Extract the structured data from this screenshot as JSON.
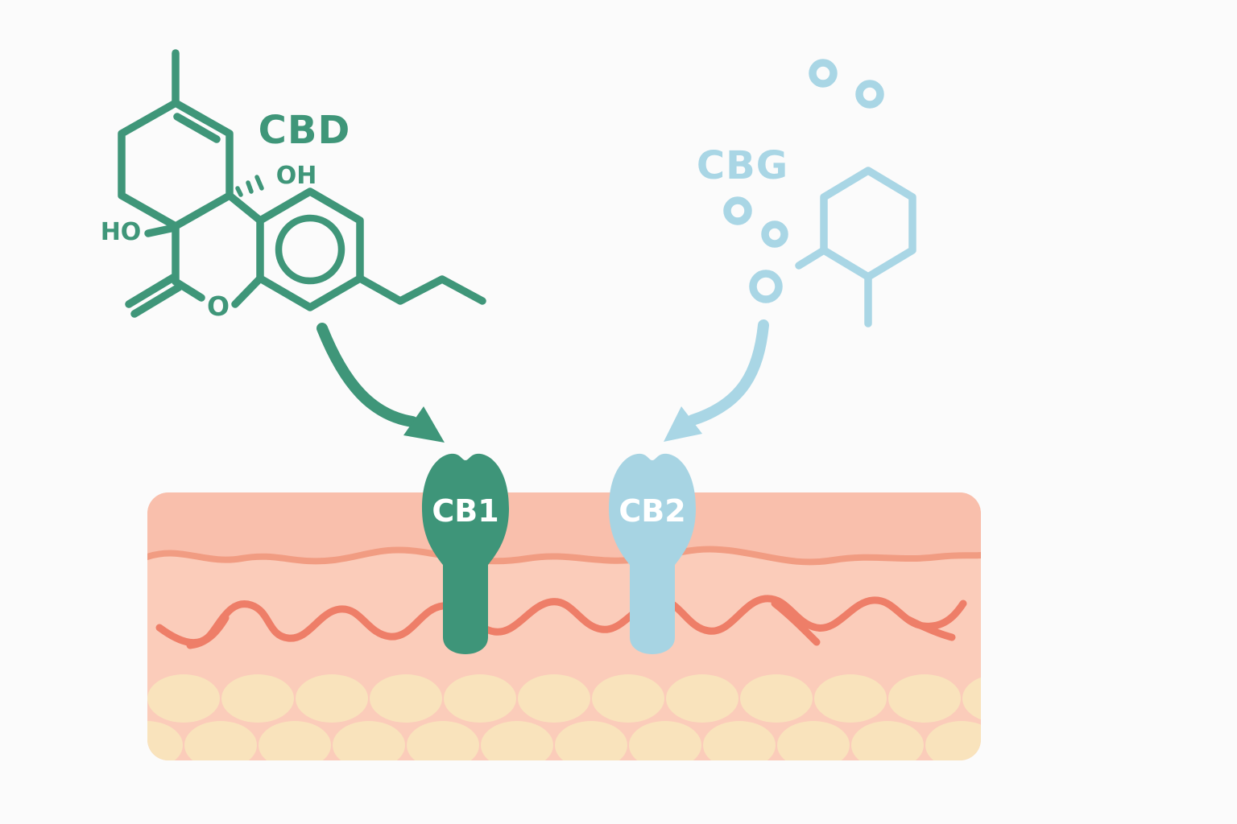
{
  "molecules": {
    "cbd": {
      "label": "CBD",
      "oh_label": "OH",
      "ho_label": "HO",
      "o_label": "O",
      "color": "#3f9679"
    },
    "cbg": {
      "label": "CBG",
      "color": "#a9d6e5"
    }
  },
  "receptors": {
    "cb1": {
      "label": "CB1",
      "color": "#3e9579"
    },
    "cb2": {
      "label": "CB2",
      "color": "#a7d4e3"
    }
  },
  "skin": {
    "base_color": "#fbccba",
    "epidermis_color": "#f9bfac",
    "epidermis_line_color": "#f19c82",
    "vessel_color": "#ee7e68",
    "fat_cell_color": "#f9e3bc"
  },
  "background_color": "#fbfbfb",
  "label_text_color": "#ffffff"
}
